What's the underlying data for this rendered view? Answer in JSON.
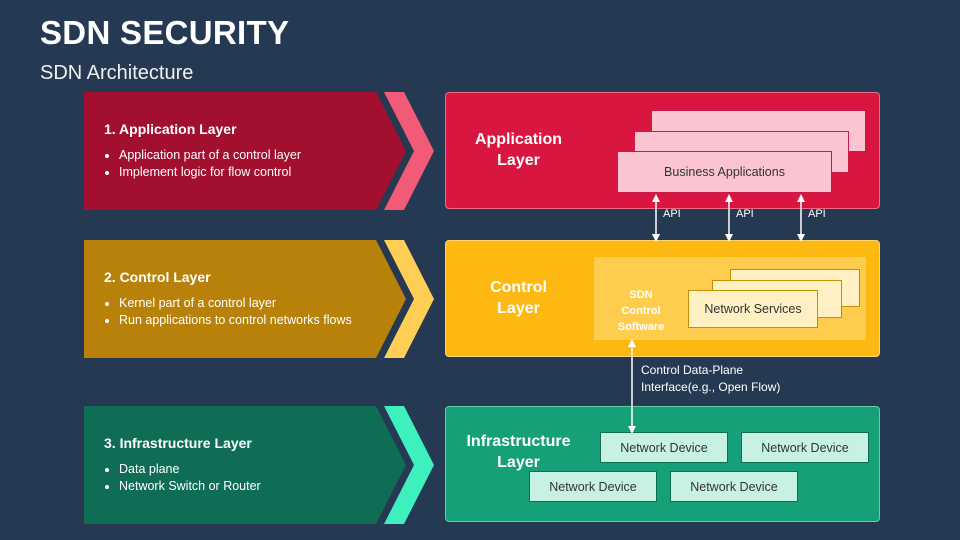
{
  "header": {
    "title": "SDN SECURITY",
    "subtitle": "SDN Architecture"
  },
  "left_panels": [
    {
      "title": "1. Application Layer",
      "bullets": [
        "Application part of a control layer",
        "Implement logic for flow control"
      ],
      "color": "#a3102f",
      "tip_color": "#f25a78"
    },
    {
      "title": "2. Control Layer",
      "bullets": [
        "Kernel part of a control layer",
        "Run applications to control networks flows"
      ],
      "color": "#b8820a",
      "tip_color": "#ffcf55"
    },
    {
      "title": "3. Infrastructure Layer",
      "bullets": [
        "Data plane",
        "Network Switch or Router"
      ],
      "color": "#0f6d55",
      "tip_color": "#3ff0bf"
    }
  ],
  "architecture": {
    "application_layer": {
      "label_line1": "Application",
      "label_line2": "Layer",
      "card": "Business Applications",
      "color": "#d8163f"
    },
    "api_labels": [
      "API",
      "API",
      "API"
    ],
    "control_layer": {
      "label_line1": "Control",
      "label_line2": "Layer",
      "sdn_line1": "SDN",
      "sdn_line2": "Control",
      "sdn_line3": "Software",
      "card": "Network Services",
      "color": "#fdb911"
    },
    "interface_label_line1": "Control Data-Plane",
    "interface_label_line2": "Interface(e.g., Open Flow)",
    "infrastructure_layer": {
      "label_line1": "Infrastructure",
      "label_line2": "Layer",
      "devices": [
        "Network Device",
        "Network Device",
        "Network Device",
        "Network Device"
      ],
      "color": "#16a078"
    }
  }
}
